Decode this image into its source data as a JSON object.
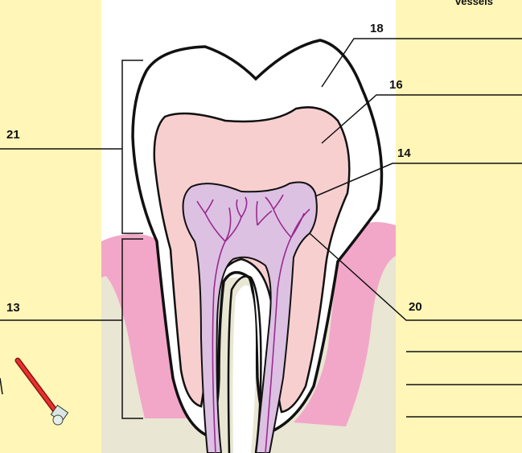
{
  "header": {
    "partial_word": "vessels"
  },
  "labels": [
    {
      "id": "label-18",
      "text": "18"
    },
    {
      "id": "label-16",
      "text": "16"
    },
    {
      "id": "label-14",
      "text": "14"
    },
    {
      "id": "label-20",
      "text": "20"
    },
    {
      "id": "label-21",
      "text": "21"
    },
    {
      "id": "label-13",
      "text": "13"
    }
  ],
  "colors": {
    "background": "#fff6b8",
    "panel": "#ffffff",
    "gum": "#f2a7c8",
    "bone": "#e9e6d3",
    "enamel": "#ffffff",
    "dentin": "#f8cfcf",
    "pulp": "#dcc1e3",
    "nerve": "#9b2a8e",
    "outline": "#111111"
  },
  "icons": {
    "toothbrush": "toothbrush-icon"
  }
}
